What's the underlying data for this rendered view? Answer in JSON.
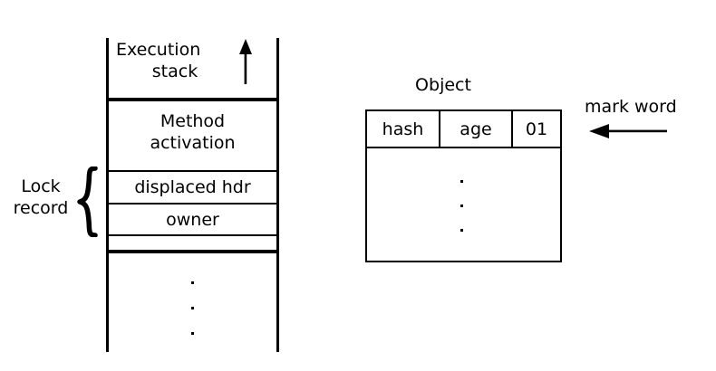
{
  "figure": {
    "title": "Java object header and thin-lock stack layout diagram",
    "background_color": "#ffffff",
    "line_color": "#000000"
  },
  "stack": {
    "header_label_line1": "Execution",
    "header_label_line2": "stack",
    "direction_arrow": "up-arrow-icon",
    "rows": [
      {
        "name": "method-activation",
        "label_line1": "Method",
        "label_line2": "activation"
      },
      {
        "name": "displaced-hdr",
        "label": "displaced hdr"
      },
      {
        "name": "owner",
        "label": "owner"
      },
      {
        "name": "empty-slot",
        "label": ""
      }
    ],
    "ellipsis": "· · ·",
    "annotation": {
      "label_line1": "Lock",
      "label_line2": "record",
      "brace": "left-curly-brace-icon"
    }
  },
  "object": {
    "title": "Object",
    "header_cells": [
      {
        "name": "hash",
        "label": "hash"
      },
      {
        "name": "age",
        "label": "age"
      },
      {
        "name": "lock-bits",
        "label": "01"
      }
    ],
    "body_ellipsis": "· · ·",
    "annotation": {
      "label": "mark word",
      "arrow": "left-arrow-icon"
    }
  }
}
